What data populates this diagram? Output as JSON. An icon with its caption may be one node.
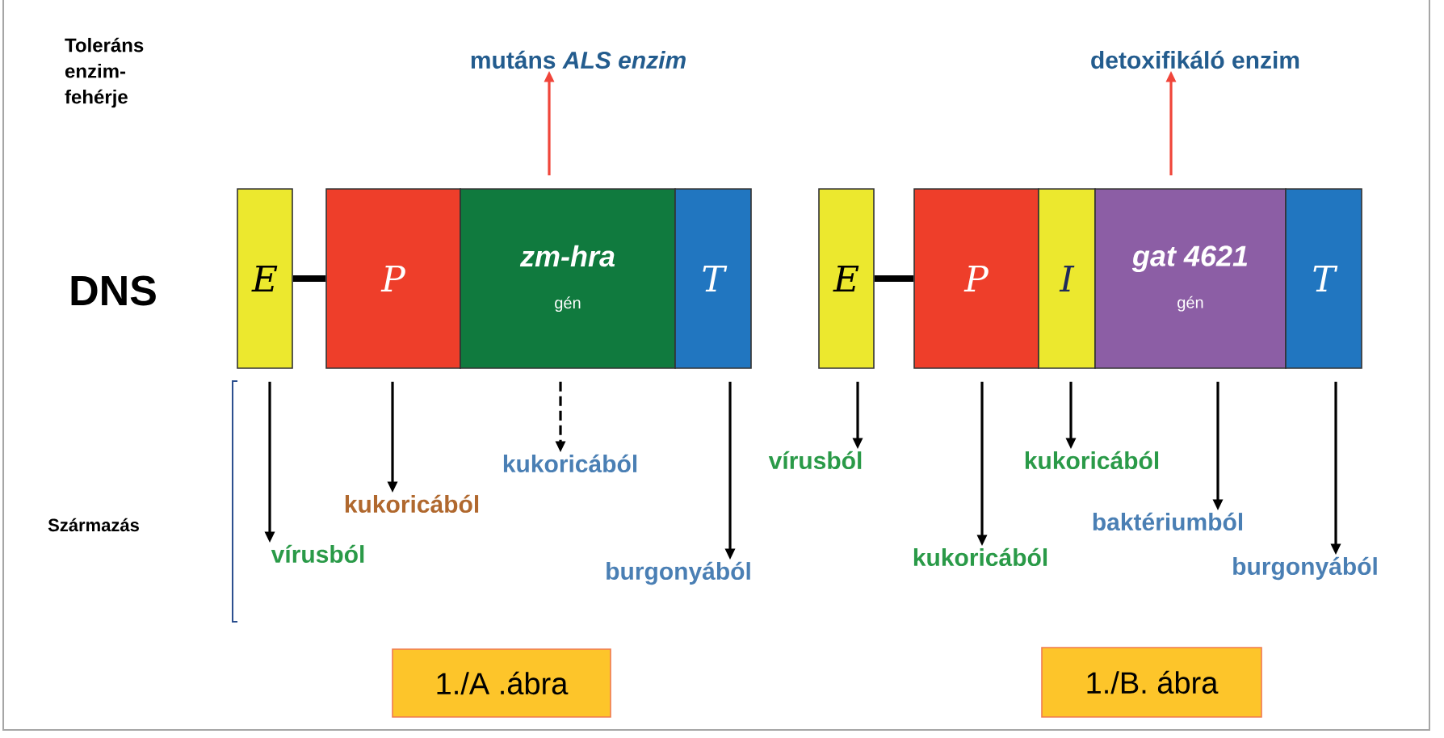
{
  "diagram": {
    "nodes": [
      {
        "text": [
          "E"
        ]
      },
      {
        "text": [
          "P"
        ]
      },
      {
        "text": [
          "zm-hra",
          "gén"
        ]
      },
      {
        "text": [
          "T"
        ]
      },
      {
        "text": [
          "mutáns *ALS enzim*"
        ]
      },
      {
        "text": [
          "vírusból"
        ]
      },
      {
        "text": [
          "kukoricából"
        ]
      },
      {
        "text": [
          "kukoricából"
        ]
      },
      {
        "text": [
          "burgonyából"
        ]
      },
      {
        "text": [
          "E"
        ]
      },
      {
        "text": [
          "P"
        ]
      },
      {
        "text": [
          "I"
        ]
      },
      {
        "text": [
          "gat 4621",
          "gén"
        ]
      },
      {
        "text": [
          "T"
        ]
      },
      {
        "text": [
          "detoxifikáló enzim"
        ]
      },
      {
        "text": [
          "vírusból"
        ]
      },
      {
        "text": [
          "kukoricából"
        ]
      },
      {
        "text": [
          "kukoricából"
        ]
      },
      {
        "text": [
          "baktériumból"
        ]
      },
      {
        "text": [
          "burgonyából"
        ]
      },
      {
        "text": [
          "1./A .ábra"
        ]
      },
      {
        "text": [
          "1./B. ábra"
        ]
      }
    ],
    "edges": [
      {
        "from": 0,
        "to": 1,
        "arrow": "none",
        "style": "thick"
      },
      {
        "from": 2,
        "to": 4,
        "arrow": "to",
        "color": "#f0453a"
      },
      {
        "from": 0,
        "to": 5,
        "arrow": "to"
      },
      {
        "from": 1,
        "to": 6,
        "arrow": "to"
      },
      {
        "from": 2,
        "to": 7,
        "arrow": "to",
        "style": "dashed"
      },
      {
        "from": 3,
        "to": 8,
        "arrow": "to"
      },
      {
        "from": 9,
        "to": 10,
        "arrow": "none",
        "style": "thick"
      },
      {
        "from": 12,
        "to": 14,
        "arrow": "to",
        "color": "#f0453a"
      },
      {
        "from": 9,
        "to": 15,
        "arrow": "to"
      },
      {
        "from": 10,
        "to": 17,
        "arrow": "to"
      },
      {
        "from": 11,
        "to": 16,
        "arrow": "to"
      },
      {
        "from": 12,
        "to": 18,
        "arrow": "to"
      },
      {
        "from": 13,
        "to": 19,
        "arrow": "to"
      }
    ],
    "labels": [
      "Toleráns enzim-fehérje",
      "DNS",
      "Származás"
    ]
  }
}
